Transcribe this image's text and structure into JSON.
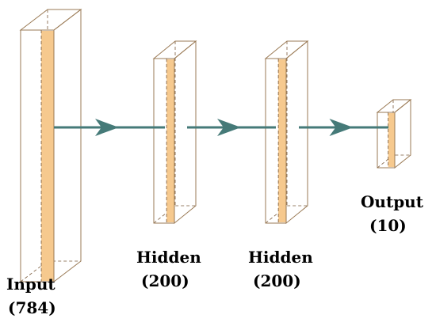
{
  "colors": {
    "front_face": "#fde9bf",
    "side_face": "#f8bf80",
    "top_face": "#fbd7a0",
    "inner_strip": "#f6c98e",
    "arrow": "#457a78"
  },
  "layers": [
    {
      "id": "input",
      "label_line1": "Input",
      "label_line2": "(784)"
    },
    {
      "id": "hidden1",
      "label_line1": "Hidden",
      "label_line2": "(200)"
    },
    {
      "id": "hidden2",
      "label_line1": "Hidden",
      "label_line2": "(200)"
    },
    {
      "id": "output",
      "label_line1": "Output",
      "label_line2": "(10)"
    }
  ],
  "connections": [
    {
      "from": "input",
      "to": "hidden1"
    },
    {
      "from": "hidden1",
      "to": "hidden2"
    },
    {
      "from": "hidden2",
      "to": "output"
    }
  ]
}
